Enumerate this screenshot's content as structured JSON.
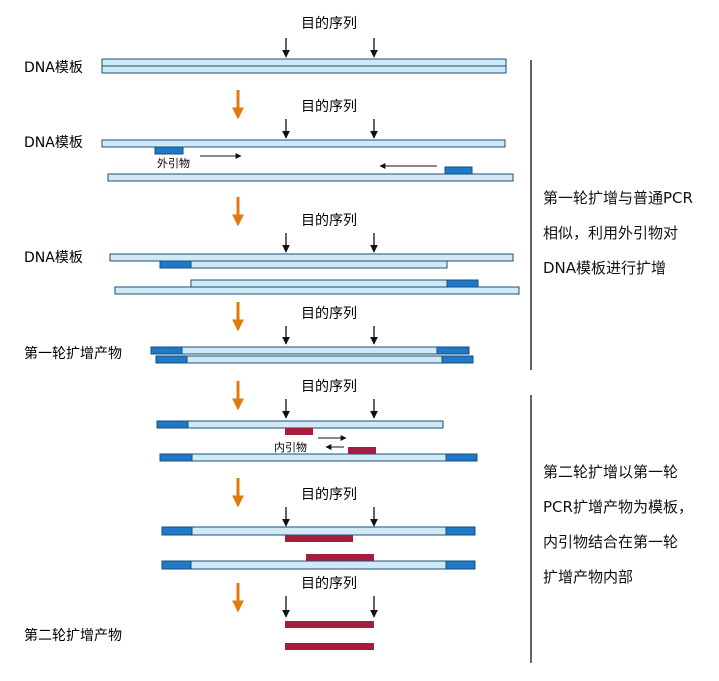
{
  "target_label": "目的序列",
  "step_labels": {
    "template": "DNA模板",
    "first_product": "第一轮扩增产物",
    "second_product": "第二轮扩增产物"
  },
  "primer_labels": {
    "outer": "外引物",
    "inner": "内引物"
  },
  "notes": {
    "first_round": [
      "第一轮扩增与普通PCR",
      "相似，利用外引物对",
      "DNA模板进行扩增"
    ],
    "second_round": [
      "第二轮扩增以第一轮",
      "PCR扩增产物为模板，",
      "内引物结合在第一轮",
      "扩增产物内部"
    ]
  },
  "colors": {
    "template_strand": "#cfe9f5",
    "strand_border": "#1a4f7a",
    "outer_primer": "#1f78c8",
    "inner_primer": "#a61c3c",
    "step_arrow": "#e07b10",
    "line": "#111111"
  }
}
